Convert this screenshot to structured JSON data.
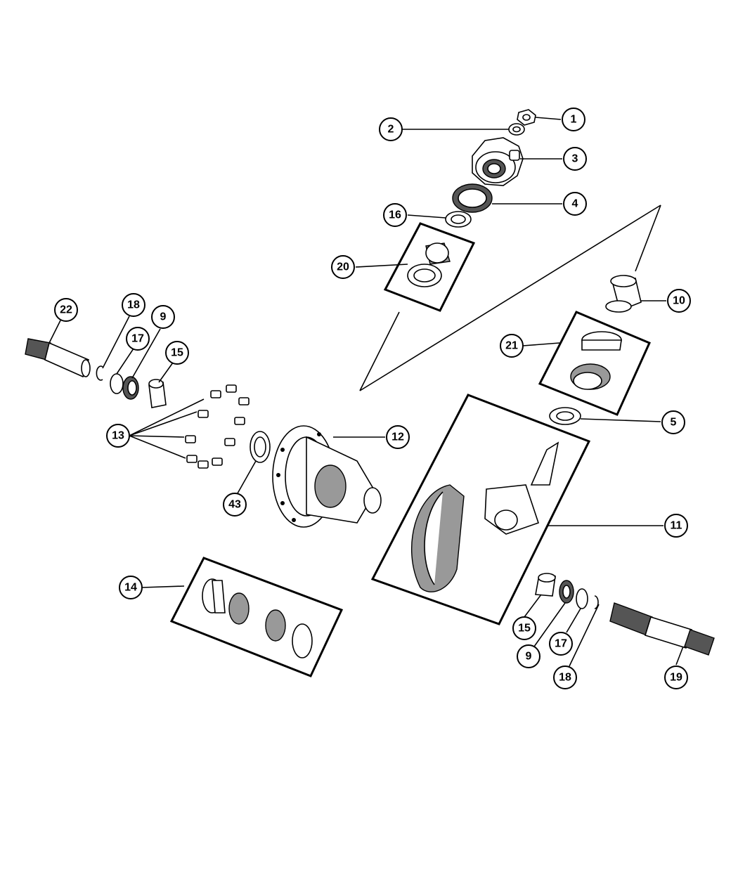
{
  "callouts": [
    {
      "id": "c1",
      "label": "1"
    },
    {
      "id": "c2",
      "label": "2"
    },
    {
      "id": "c3",
      "label": "3"
    },
    {
      "id": "c4",
      "label": "4"
    },
    {
      "id": "c16",
      "label": "16"
    },
    {
      "id": "c20",
      "label": "20"
    },
    {
      "id": "c10",
      "label": "10"
    },
    {
      "id": "c21",
      "label": "21"
    },
    {
      "id": "c5",
      "label": "5"
    },
    {
      "id": "c22",
      "label": "22"
    },
    {
      "id": "c18a",
      "label": "18"
    },
    {
      "id": "c9a",
      "label": "9"
    },
    {
      "id": "c17a",
      "label": "17"
    },
    {
      "id": "c15a",
      "label": "15"
    },
    {
      "id": "c13",
      "label": "13"
    },
    {
      "id": "c12",
      "label": "12"
    },
    {
      "id": "c43",
      "label": "43"
    },
    {
      "id": "c11",
      "label": "11"
    },
    {
      "id": "c14",
      "label": "14"
    },
    {
      "id": "c15b",
      "label": "15"
    },
    {
      "id": "c9b",
      "label": "9"
    },
    {
      "id": "c17b",
      "label": "17"
    },
    {
      "id": "c18b",
      "label": "18"
    },
    {
      "id": "c19",
      "label": "19"
    }
  ]
}
